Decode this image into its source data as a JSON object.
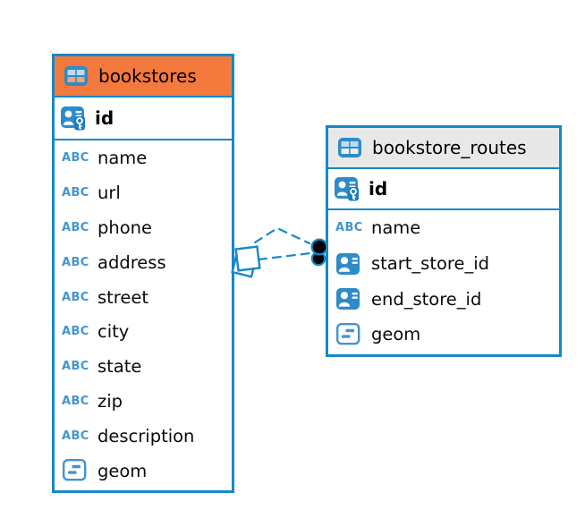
{
  "tables": [
    {
      "name": "bookstores",
      "header_color": "#f4793d",
      "primary_key": "id",
      "fields": [
        "name",
        "url",
        "phone",
        "address",
        "street",
        "city",
        "state",
        "zip",
        "description",
        "geom"
      ],
      "field_types": [
        "text",
        "text",
        "text",
        "text",
        "text",
        "text",
        "text",
        "text",
        "text",
        "geometry"
      ]
    },
    {
      "name": "bookstore_routes",
      "header_color": "#e8e8e8",
      "primary_key": "id",
      "fields": [
        "name",
        "start_store_id",
        "end_store_id",
        "geom"
      ],
      "field_types": [
        "text",
        "reference",
        "reference",
        "geometry"
      ]
    }
  ],
  "relations": [
    {
      "between": [
        "bookstores",
        "bookstore_routes"
      ],
      "line_style": "dashed",
      "count": 2
    }
  ],
  "type_labels": {
    "text": "ABC"
  },
  "colors": {
    "table_border": "#1688c8",
    "bookstores_header": "#f4793d",
    "routes_header": "#e8e8e8",
    "icon_blue": "#2e8bc9",
    "type_label_blue": "#4394cf",
    "relation_line": "#1688c8"
  }
}
